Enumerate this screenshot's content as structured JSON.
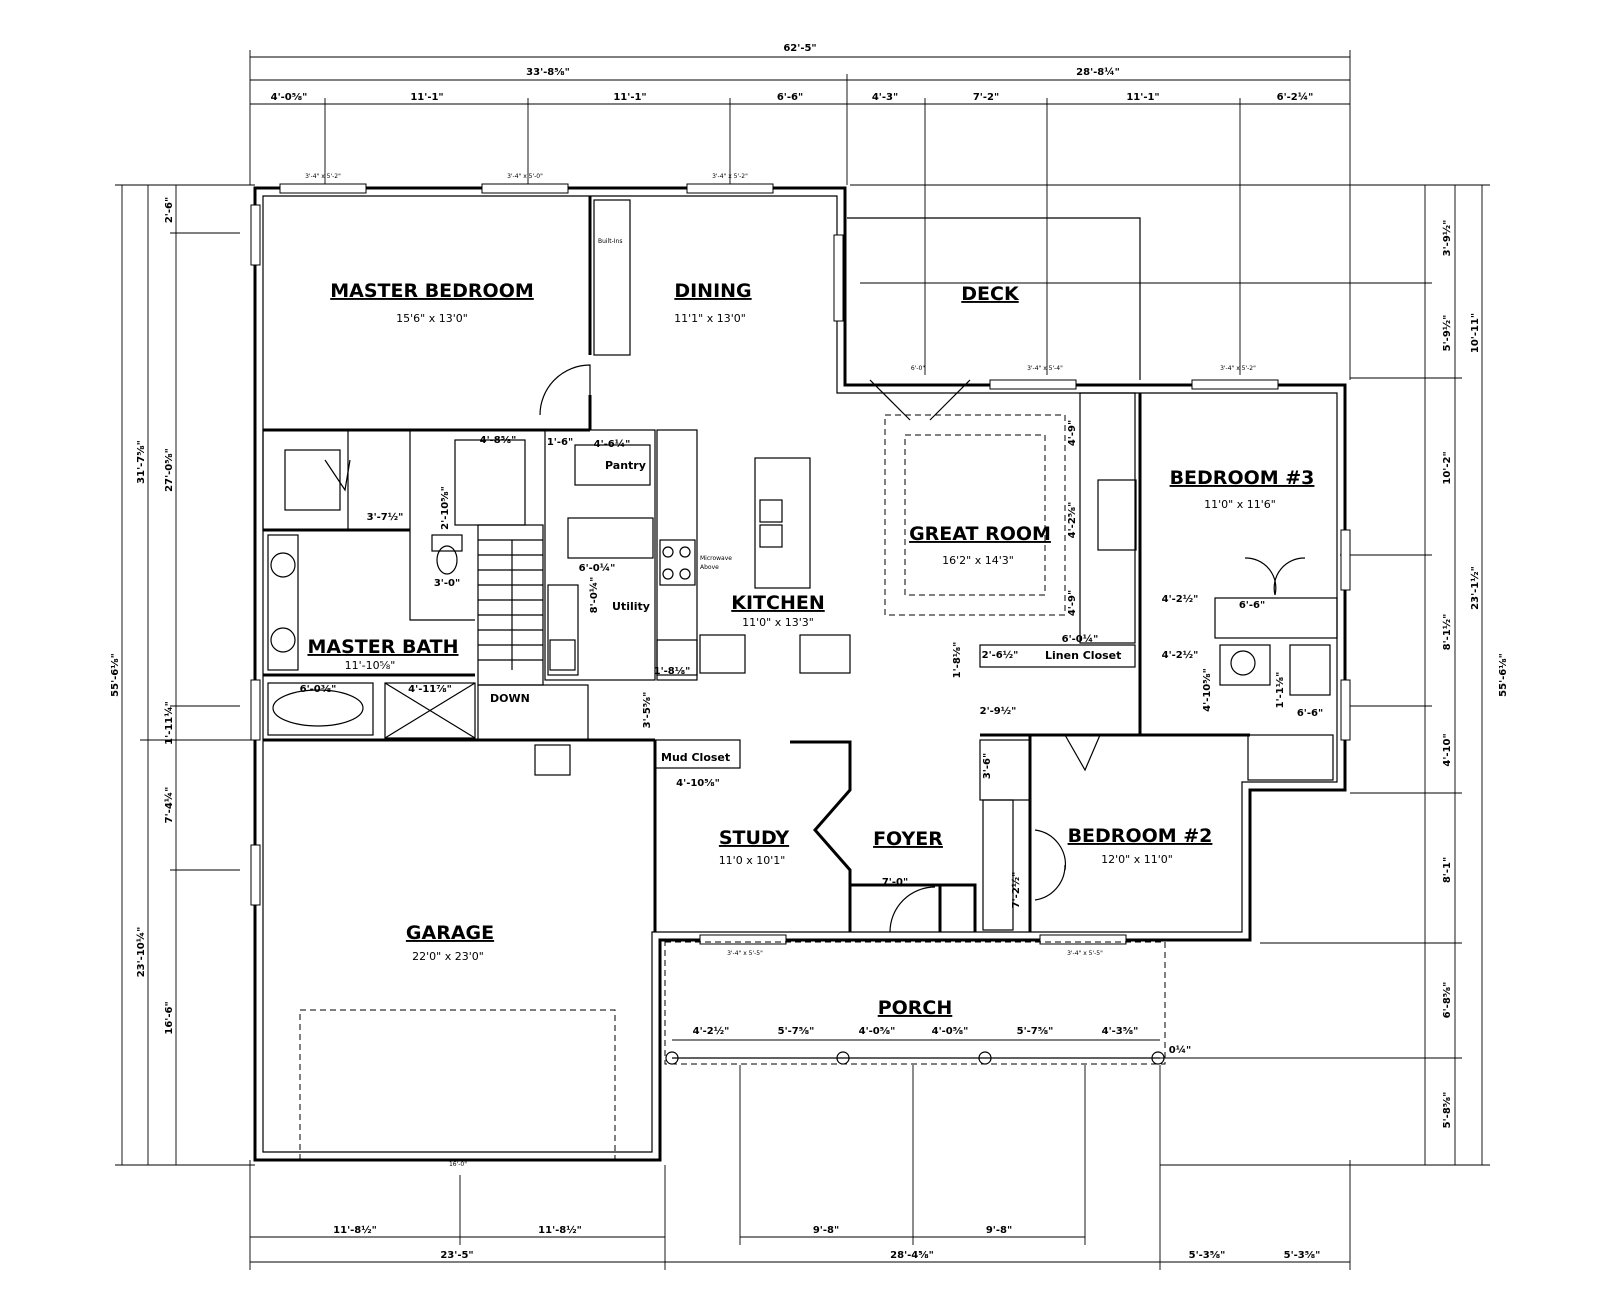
{
  "rooms": {
    "master_bedroom": {
      "name": "MASTER BEDROOM",
      "size": "15'6\" x 13'0\""
    },
    "dining": {
      "name": "DINING",
      "size": "11'1\" x 13'0\""
    },
    "deck": {
      "name": "DECK"
    },
    "bedroom3": {
      "name": "BEDROOM #3",
      "size": "11'0\" x 11'6\""
    },
    "great_room": {
      "name": "GREAT ROOM",
      "size": "16'2\" x 14'3\""
    },
    "kitchen": {
      "name": "KITCHEN",
      "size": "11'0\" x 13'3\""
    },
    "master_bath": {
      "name": "MASTER BATH",
      "size": "11'-10⅝\""
    },
    "study": {
      "name": "STUDY",
      "size": "11'0 x 10'1\""
    },
    "foyer": {
      "name": "FOYER"
    },
    "bedroom2": {
      "name": "BEDROOM #2",
      "size": "12'0\" x 11'0\""
    },
    "garage": {
      "name": "GARAGE",
      "size": "22'0\" x 23'0\""
    },
    "porch": {
      "name": "PORCH"
    }
  },
  "labels": {
    "pantry": "Pantry",
    "utility": "Utility",
    "linen_closet": "Linen Closet",
    "mud_closet": "Mud Closet",
    "down": "DOWN",
    "built_ins": "Built-Ins",
    "microwave": "Microwave",
    "above": "Above"
  },
  "dimensions": {
    "top_overall": "62'-5\"",
    "top_left": "33'-8⅝\"",
    "top_right": "28'-8¼\"",
    "top_segments": [
      "4'-0⅝\"",
      "11'-1\"",
      "11'-1\"",
      "6'-6\"",
      "4'-3\"",
      "7'-2\"",
      "11'-1\"",
      "6'-2¼\""
    ],
    "bottom_segments": [
      "11'-8½\"",
      "11'-8½\"",
      "9'-8\"",
      "9'-8\""
    ],
    "bottom_totals": [
      "23'-5\"",
      "28'-4⅝\"",
      "5'-3⅝\"",
      "5'-3⅝\""
    ],
    "left_overall": "55'-6⅛\"",
    "left_upper": "31'-7⅝\"",
    "left_lower": "23'-10¼\"",
    "left_parts": [
      "2'-6\"",
      "27'-0⅝\"",
      "1'-11¼\"",
      "7'-4¼\"",
      "16'-6\""
    ],
    "right_overall": "55'-6⅛\"",
    "right_parts_a": [
      "3'-9½\"",
      "5'-9½\"",
      "10'-2\"",
      "8'-1½\"",
      "4'-10\"",
      "8'-1\"",
      "6'-8⅝\"",
      "5'-8⅝\""
    ],
    "right_parts_b": [
      "10'-11\"",
      "23'-1½\""
    ],
    "porch_segments": [
      "4'-2½\"",
      "5'-7⅝\"",
      "4'-0⅝\"",
      "4'-0⅝\"",
      "5'-7⅝\"",
      "4'-3⅝\""
    ],
    "porch_end": "0¼\"",
    "interior": [
      "4'-8⅝\"",
      "1'-6\"",
      "4'-6¼\"",
      "3'-7½\"",
      "2'-10⅝\"",
      "3'-0\"",
      "6'-0¼\"",
      "8'-0¼\"",
      "6'-0⅜\"",
      "4'-11⅞\"",
      "1'-8⅛\"",
      "4'-10⅝\"",
      "3'-5⅝\"",
      "7'-0\"",
      "7'-2½\"",
      "3'-6\"",
      "2'-9½\"",
      "6'-0¼\"",
      "2'-6½\"",
      "1'-8⅛\"",
      "4'-2½\"",
      "4'-2½\"",
      "4'-10⅝\"",
      "6'-6\"",
      "6'-6\"",
      "1'-1⅛\"",
      "4'-2⅝\"",
      "4'-9\"",
      "4'-9\""
    ],
    "garage_door": "16'-0\""
  },
  "windows": {
    "w1": "3'-4\" x 5'-2\"",
    "w2": "3'-4\" x 5'-0\"",
    "w3": "3'-4\" x 5'-2\"",
    "w4": "3'-4\" x 5'-4\"",
    "w5": "3'-4\" x 5'-2\"",
    "w6": "6'-0\"",
    "w7": "3'-4\" x 5'-5\"",
    "w8": "3'-4\" x 5'-5\""
  }
}
